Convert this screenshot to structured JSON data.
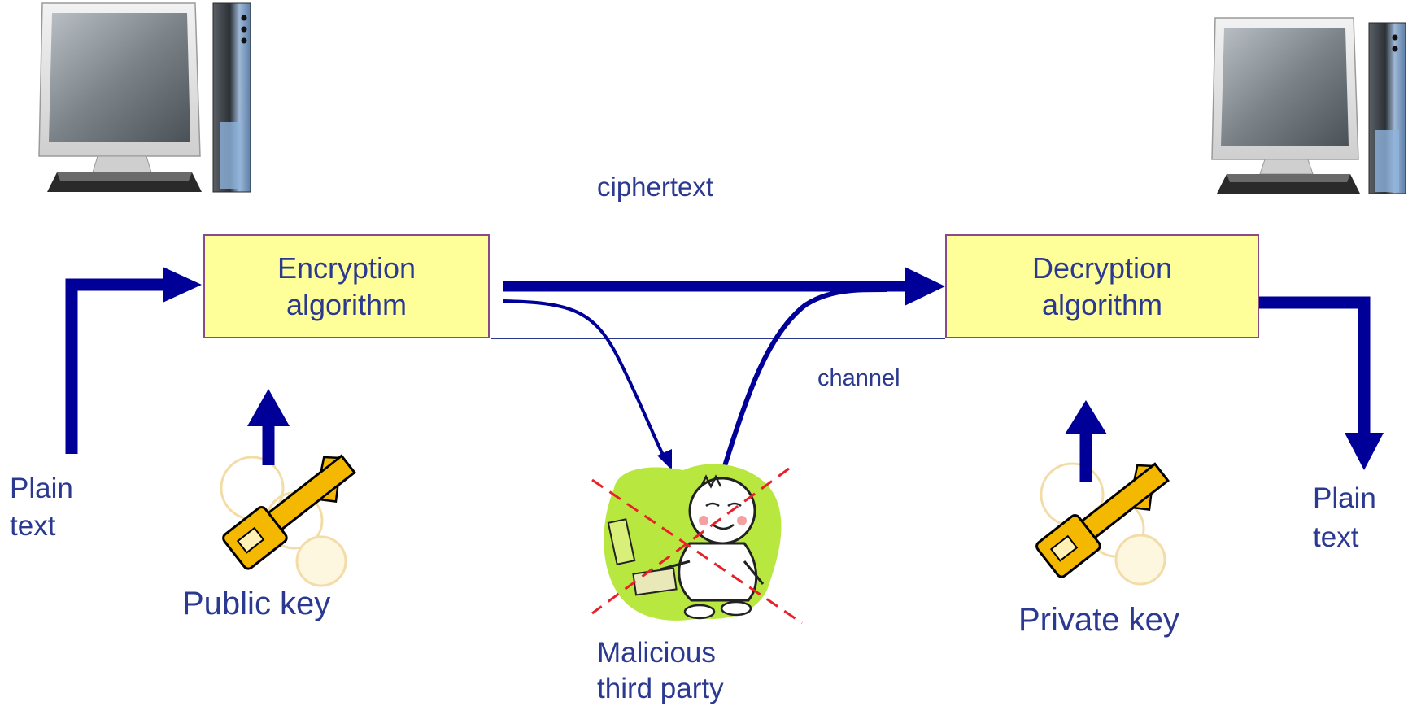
{
  "colors": {
    "arrow": "#000099",
    "label_text": "#2b3990",
    "box_fill": "#ffff99",
    "box_border": "#8a4a8a",
    "cross_out": "#e8202a",
    "key_fill": "#f5b800",
    "attacker_blob": "#b8e840"
  },
  "labels": {
    "ciphertext": "ciphertext",
    "channel": "channel",
    "plain_text_left_1": "Plain",
    "plain_text_left_2": "text",
    "plain_text_right_1": "Plain",
    "plain_text_right_2": "text",
    "public_key": "Public key",
    "private_key": "Private key",
    "malicious_1": "Malicious",
    "malicious_2": "third party"
  },
  "boxes": {
    "encryption_line1": "Encryption",
    "encryption_line2": "algorithm",
    "decryption_line1": "Decryption",
    "decryption_line2": "algorithm"
  },
  "icons": {
    "sender": "desktop-computer-icon",
    "receiver": "desktop-computer-icon",
    "public_key": "key-icon",
    "private_key": "key-icon",
    "attacker": "hacker-cartoon-icon",
    "blocked": "red-dashed-x-icon"
  }
}
